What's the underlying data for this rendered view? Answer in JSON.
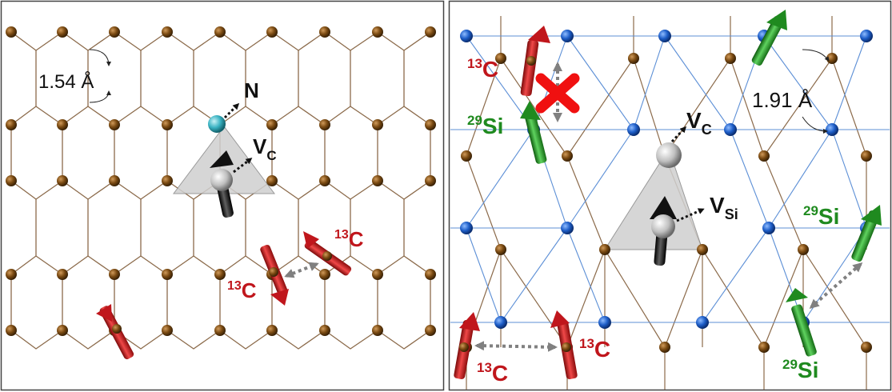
{
  "panels": [
    {
      "id": "diamond",
      "bond_length": "1.54 Å",
      "defect_labels": {
        "nitrogen": "N",
        "vacancy": "V",
        "vacancy_sub": "C"
      },
      "isotope_labels": [
        {
          "sup": "13",
          "el": "C"
        },
        {
          "sup": "13",
          "el": "C"
        }
      ]
    },
    {
      "id": "sic",
      "bond_length": "1.91 Å",
      "defect_labels": {
        "vacancy_c": "V",
        "vacancy_c_sub": "C",
        "vacancy_si": "V",
        "vacancy_si_sub": "Si"
      },
      "isotope_labels": [
        {
          "sup": "13",
          "el": "C"
        },
        {
          "sup": "29",
          "el": "Si"
        },
        {
          "sup": "29",
          "el": "Si"
        },
        {
          "sup": "29",
          "el": "Si"
        },
        {
          "sup": "13",
          "el": "C"
        }
      ]
    }
  ],
  "colors": {
    "carbon_atom": "#7a4a12",
    "silicon_atom": "#1e5ec8",
    "nitrogen_atom": "#3ab3c3",
    "vacancy_atom": "#bfbfbf",
    "c13_label": "#c0161c",
    "si29_label": "#1f8a1f",
    "cc_bond": "#8b6a4a",
    "si_bond": "#5c8fd6",
    "defect_triangle": "#d0d0d0"
  }
}
